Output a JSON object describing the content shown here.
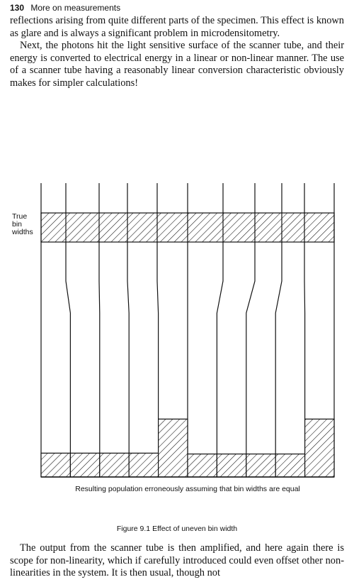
{
  "header": {
    "page_number": "130",
    "running_title": "More on measurements"
  },
  "top_paragraphs": [
    "reflections arising from quite different parts of the specimen. This effect is known as glare and is always a significant problem in microdensitometry.",
    "Next, the photons hit the light sensitive surface of the scanner tube, and their energy is converted to electrical energy in a linear or non-linear manner. The use of a scanner tube having a reasonably linear conversion characteristic obviously makes for simpler calculations!"
  ],
  "figure": {
    "side_label_lines": [
      "True",
      "bin",
      "widths"
    ],
    "result_caption": "Resulting population erroneously assuming that bin widths are equal",
    "caption": "Figure 9.1 Effect of uneven bin width",
    "bins": [
      {
        "bin": 1,
        "value": 28
      },
      {
        "bin": 2,
        "value": 28
      },
      {
        "bin": 3,
        "value": 28
      },
      {
        "bin": 4,
        "value": 28
      },
      {
        "bin": 5,
        "value": 68
      },
      {
        "bin": 6,
        "value": 27
      },
      {
        "bin": 7,
        "value": 27
      },
      {
        "bin": 8,
        "value": 27
      },
      {
        "bin": 9,
        "value": 27
      },
      {
        "bin": 10,
        "value": 68
      }
    ],
    "bin_count": 10
  },
  "bottom_paragraph": "The output from the scanner tube is then amplified, and here again there is scope for non-linearity, which if carefully introduced could even offset other non-linearities in the system. It is then usual, though not"
}
